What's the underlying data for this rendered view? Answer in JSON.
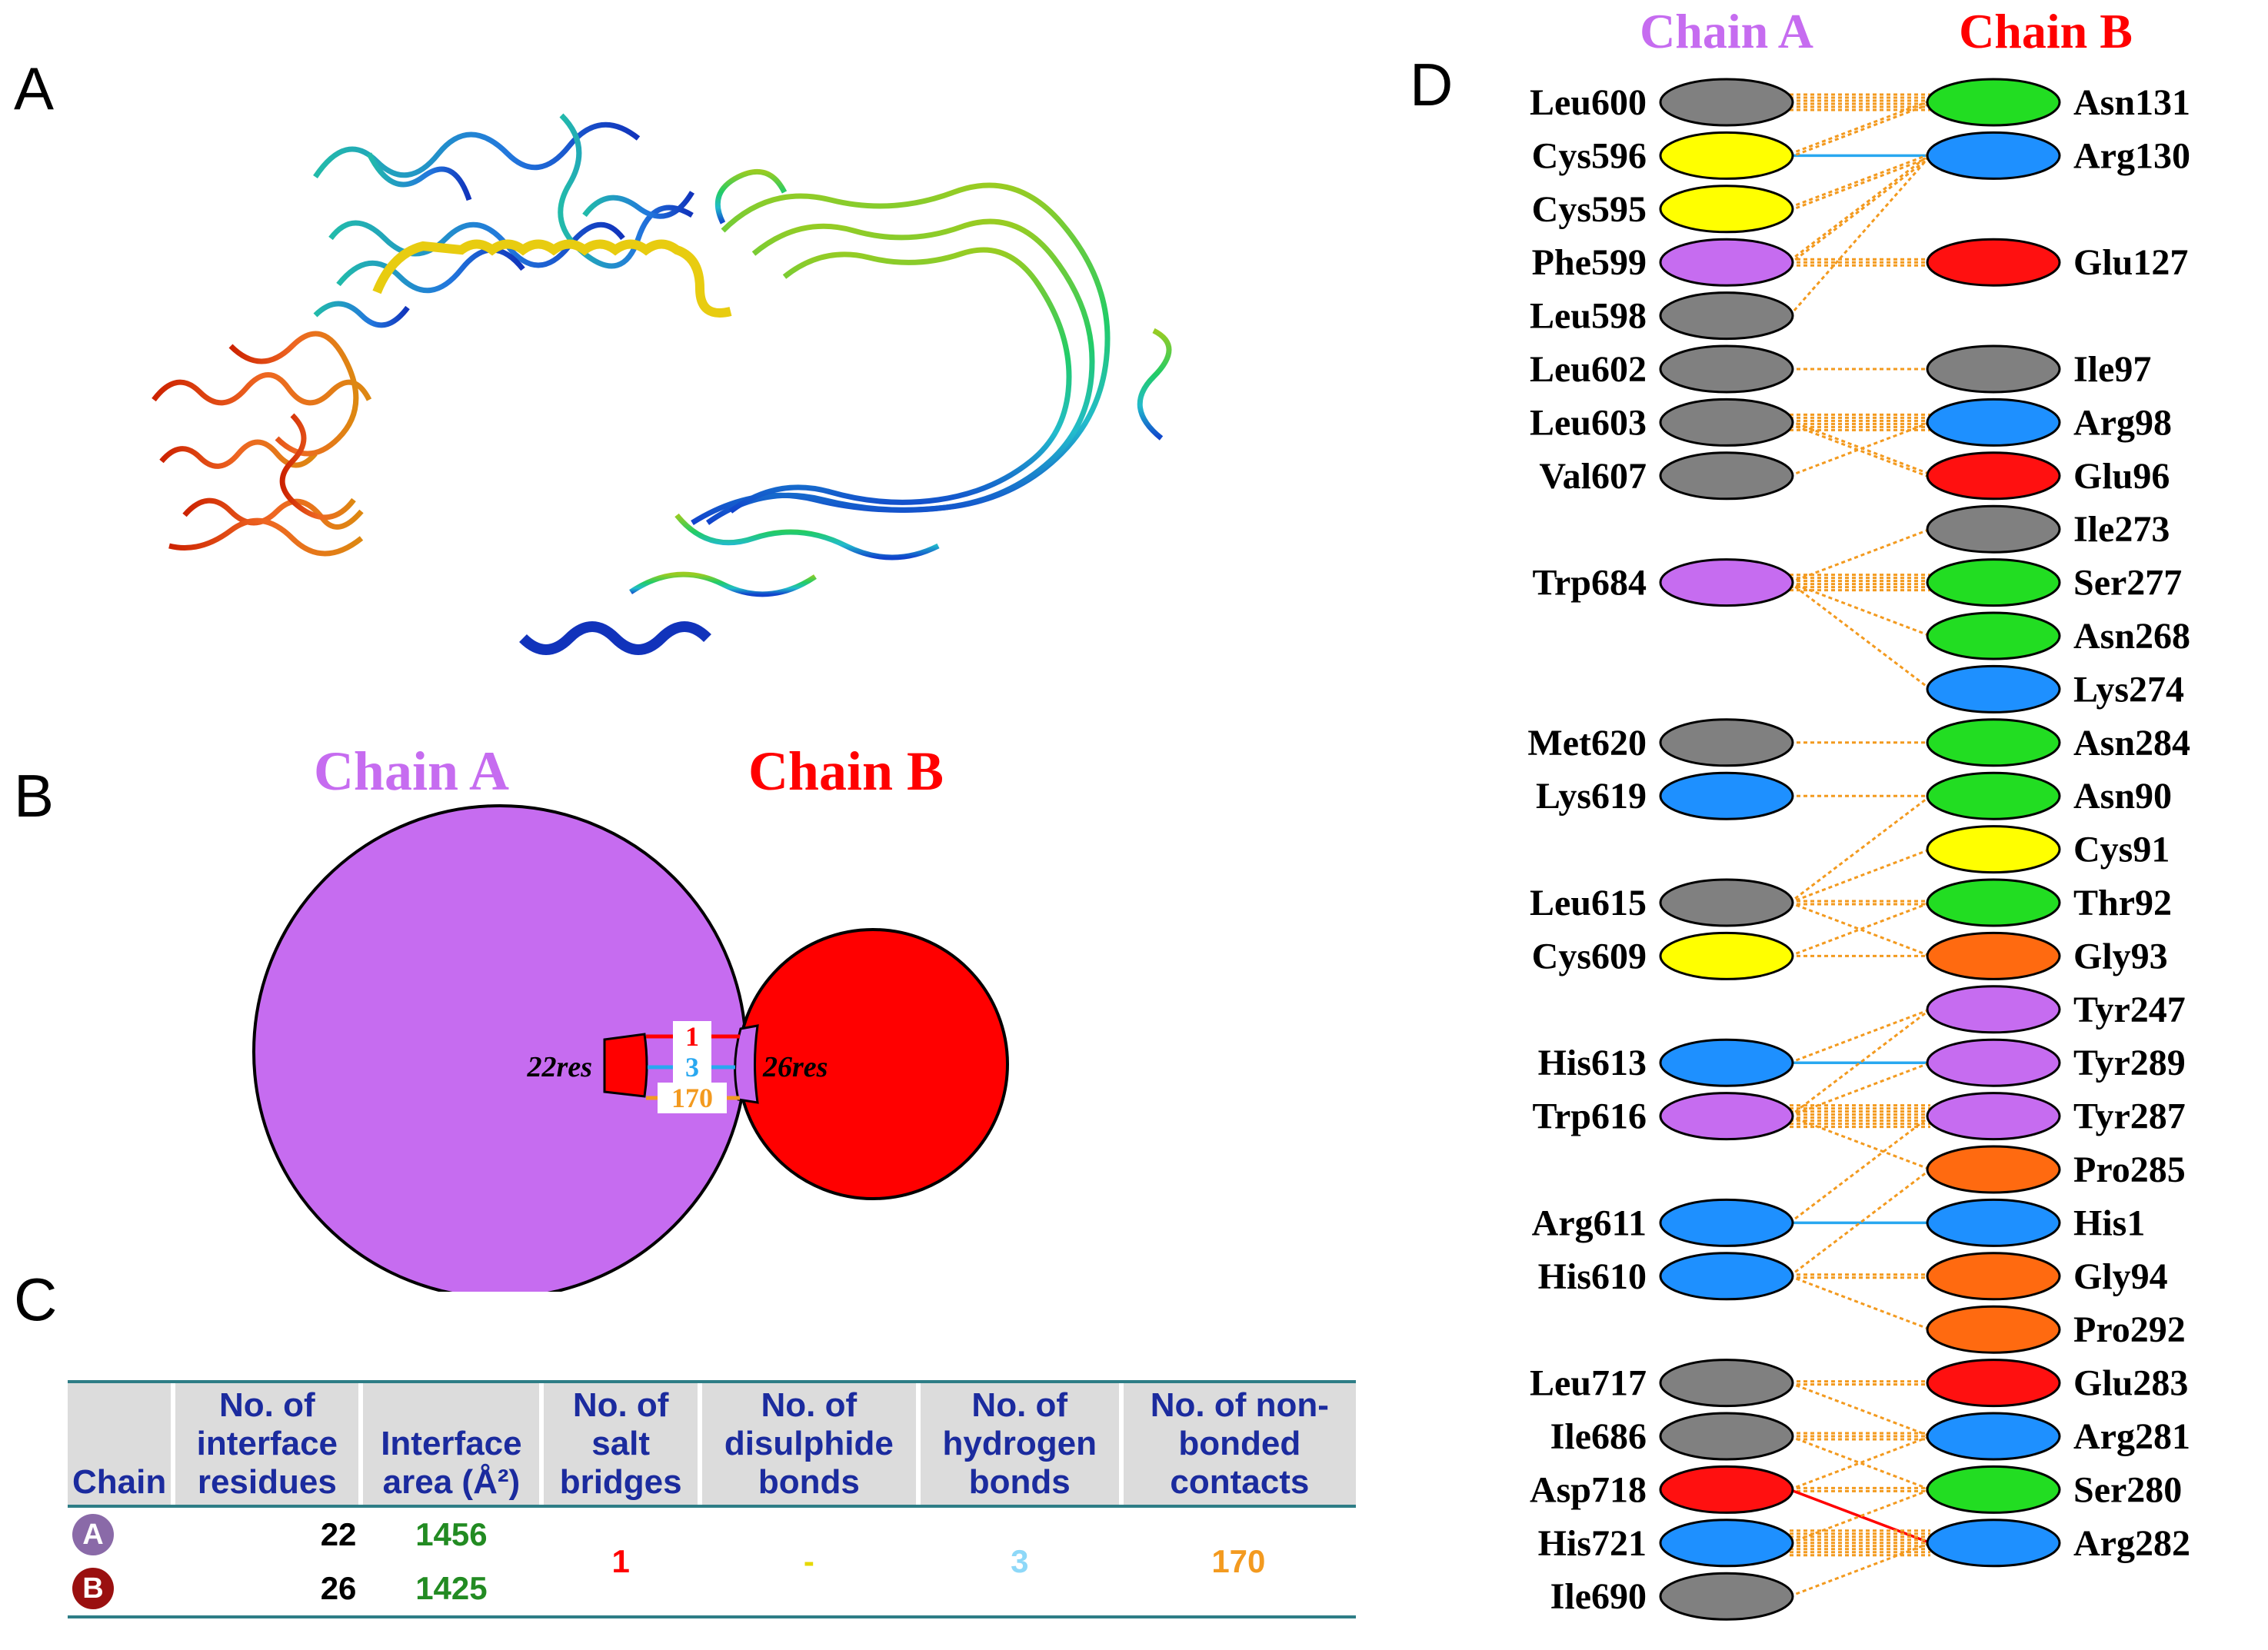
{
  "panels": {
    "a": "A",
    "b": "B",
    "c": "C",
    "d": "D"
  },
  "colors": {
    "chain_a": "#c66cf0",
    "chain_b": "#ff0000",
    "salt": "#ff0000",
    "hbond": "#29a8f0",
    "nonbonded": "#f39a1f",
    "disulphide": "#e6d800",
    "area_text": "#228b22"
  },
  "panel_b": {
    "chain_a_title": "Chain A",
    "chain_b_title": "Chain B",
    "chain_a_res": "22res",
    "chain_b_res": "26res",
    "salt_count": "1",
    "hbond_count": "3",
    "nonbonded_count": "170"
  },
  "table": {
    "headers": [
      "Chain",
      "No. of interface residues",
      "Interface area (Å²)",
      "No. of salt bridges",
      "No. of disulphide bonds",
      "No. of hydrogen bonds",
      "No. of non-bonded contacts"
    ],
    "rows": [
      {
        "chain": "A",
        "residues": "22",
        "area": "1456"
      },
      {
        "chain": "B",
        "residues": "26",
        "area": "1425"
      }
    ],
    "salt_bridges": "1",
    "disulphide": "-",
    "hydrogen": "3",
    "nonbonded": "170"
  },
  "panel_d": {
    "chain_a_title": "Chain A",
    "chain_b_title": "Chain B",
    "residue_colors": {
      "grey": "#808080",
      "yellow": "#ffff00",
      "violet": "#c66cf0",
      "blue": "#1e90ff",
      "green": "#22dd22",
      "red": "#ff1010",
      "orange": "#ff6a10"
    },
    "chain_a": [
      {
        "name": "Leu600",
        "color": "grey"
      },
      {
        "name": "Cys596",
        "color": "yellow"
      },
      {
        "name": "Cys595",
        "color": "yellow"
      },
      {
        "name": "Phe599",
        "color": "violet"
      },
      {
        "name": "Leu598",
        "color": "grey"
      },
      {
        "name": "Leu602",
        "color": "grey"
      },
      {
        "name": "Leu603",
        "color": "grey"
      },
      {
        "name": "Val607",
        "color": "grey"
      },
      {
        "name": "",
        "color": ""
      },
      {
        "name": "Trp684",
        "color": "violet"
      },
      {
        "name": "",
        "color": ""
      },
      {
        "name": "",
        "color": ""
      },
      {
        "name": "Met620",
        "color": "grey"
      },
      {
        "name": "Lys619",
        "color": "blue"
      },
      {
        "name": "",
        "color": ""
      },
      {
        "name": "Leu615",
        "color": "grey"
      },
      {
        "name": "Cys609",
        "color": "yellow"
      },
      {
        "name": "",
        "color": ""
      },
      {
        "name": "His613",
        "color": "blue"
      },
      {
        "name": "Trp616",
        "color": "violet"
      },
      {
        "name": "",
        "color": ""
      },
      {
        "name": "Arg611",
        "color": "blue"
      },
      {
        "name": "His610",
        "color": "blue"
      },
      {
        "name": "",
        "color": ""
      },
      {
        "name": "Leu717",
        "color": "grey"
      },
      {
        "name": "Ile686",
        "color": "grey"
      },
      {
        "name": "Asp718",
        "color": "red"
      },
      {
        "name": "His721",
        "color": "blue"
      },
      {
        "name": "Ile690",
        "color": "grey"
      }
    ],
    "chain_b": [
      {
        "name": "Asn131",
        "color": "green"
      },
      {
        "name": "Arg130",
        "color": "blue"
      },
      {
        "name": "",
        "color": ""
      },
      {
        "name": "Glu127",
        "color": "red"
      },
      {
        "name": "",
        "color": ""
      },
      {
        "name": "Ile97",
        "color": "grey"
      },
      {
        "name": "Arg98",
        "color": "blue"
      },
      {
        "name": "Glu96",
        "color": "red"
      },
      {
        "name": "Ile273",
        "color": "grey"
      },
      {
        "name": "Ser277",
        "color": "green"
      },
      {
        "name": "Asn268",
        "color": "green"
      },
      {
        "name": "Lys274",
        "color": "blue"
      },
      {
        "name": "Asn284",
        "color": "green"
      },
      {
        "name": "Asn90",
        "color": "green"
      },
      {
        "name": "Cys91",
        "color": "yellow"
      },
      {
        "name": "Thr92",
        "color": "green"
      },
      {
        "name": "Gly93",
        "color": "orange"
      },
      {
        "name": "Tyr247",
        "color": "violet"
      },
      {
        "name": "Tyr289",
        "color": "violet"
      },
      {
        "name": "Tyr287",
        "color": "violet"
      },
      {
        "name": "Pro285",
        "color": "orange"
      },
      {
        "name": "His1",
        "color": "blue"
      },
      {
        "name": "Gly94",
        "color": "orange"
      },
      {
        "name": "Pro292",
        "color": "orange"
      },
      {
        "name": "Glu283",
        "color": "red"
      },
      {
        "name": "Arg281",
        "color": "blue"
      },
      {
        "name": "Ser280",
        "color": "green"
      },
      {
        "name": "Arg282",
        "color": "blue"
      },
      {
        "name": "",
        "color": ""
      }
    ],
    "links": [
      {
        "a": 0,
        "b": 0,
        "type": "nb",
        "n": 6
      },
      {
        "a": 1,
        "b": 1,
        "type": "hb",
        "n": 1
      },
      {
        "a": 1,
        "b": 0,
        "type": "nb",
        "n": 2
      },
      {
        "a": 2,
        "b": 1,
        "type": "nb",
        "n": 2
      },
      {
        "a": 3,
        "b": 1,
        "type": "nb",
        "n": 2
      },
      {
        "a": 3,
        "b": 3,
        "type": "nb",
        "n": 3
      },
      {
        "a": 4,
        "b": 1,
        "type": "nb",
        "n": 1
      },
      {
        "a": 5,
        "b": 5,
        "type": "nb",
        "n": 1
      },
      {
        "a": 6,
        "b": 6,
        "type": "nb",
        "n": 6
      },
      {
        "a": 6,
        "b": 7,
        "type": "nb",
        "n": 2
      },
      {
        "a": 7,
        "b": 6,
        "type": "nb",
        "n": 1
      },
      {
        "a": 9,
        "b": 9,
        "type": "nb",
        "n": 6
      },
      {
        "a": 9,
        "b": 8,
        "type": "nb",
        "n": 1
      },
      {
        "a": 9,
        "b": 10,
        "type": "nb",
        "n": 1
      },
      {
        "a": 9,
        "b": 11,
        "type": "nb",
        "n": 1
      },
      {
        "a": 12,
        "b": 12,
        "type": "nb",
        "n": 1
      },
      {
        "a": 13,
        "b": 13,
        "type": "nb",
        "n": 1
      },
      {
        "a": 15,
        "b": 13,
        "type": "nb",
        "n": 1
      },
      {
        "a": 15,
        "b": 14,
        "type": "nb",
        "n": 1
      },
      {
        "a": 15,
        "b": 15,
        "type": "nb",
        "n": 2
      },
      {
        "a": 15,
        "b": 16,
        "type": "nb",
        "n": 1
      },
      {
        "a": 16,
        "b": 15,
        "type": "nb",
        "n": 1
      },
      {
        "a": 16,
        "b": 16,
        "type": "nb",
        "n": 1
      },
      {
        "a": 18,
        "b": 18,
        "type": "hb",
        "n": 1
      },
      {
        "a": 18,
        "b": 17,
        "type": "nb",
        "n": 1
      },
      {
        "a": 19,
        "b": 19,
        "type": "nb",
        "n": 8
      },
      {
        "a": 19,
        "b": 18,
        "type": "nb",
        "n": 1
      },
      {
        "a": 19,
        "b": 20,
        "type": "nb",
        "n": 1
      },
      {
        "a": 19,
        "b": 17,
        "type": "nb",
        "n": 1
      },
      {
        "a": 21,
        "b": 21,
        "type": "hb",
        "n": 1
      },
      {
        "a": 21,
        "b": 19,
        "type": "nb",
        "n": 1
      },
      {
        "a": 22,
        "b": 22,
        "type": "nb",
        "n": 2
      },
      {
        "a": 22,
        "b": 20,
        "type": "nb",
        "n": 1
      },
      {
        "a": 22,
        "b": 23,
        "type": "nb",
        "n": 1
      },
      {
        "a": 24,
        "b": 24,
        "type": "nb",
        "n": 2
      },
      {
        "a": 24,
        "b": 25,
        "type": "nb",
        "n": 1
      },
      {
        "a": 25,
        "b": 25,
        "type": "nb",
        "n": 3
      },
      {
        "a": 25,
        "b": 26,
        "type": "nb",
        "n": 1
      },
      {
        "a": 26,
        "b": 26,
        "type": "nb",
        "n": 2
      },
      {
        "a": 26,
        "b": 27,
        "type": "salt",
        "n": 1
      },
      {
        "a": 26,
        "b": 25,
        "type": "nb",
        "n": 1
      },
      {
        "a": 27,
        "b": 27,
        "type": "nb",
        "n": 9
      },
      {
        "a": 27,
        "b": 26,
        "type": "nb",
        "n": 1
      },
      {
        "a": 28,
        "b": 27,
        "type": "nb",
        "n": 1
      }
    ]
  }
}
